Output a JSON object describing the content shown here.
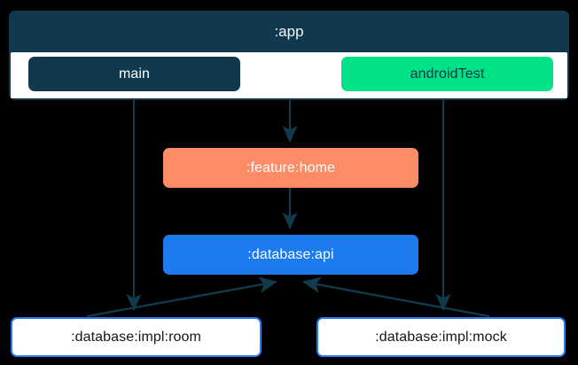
{
  "diagram": {
    "type": "module-dependency-graph",
    "background_color": "#000000",
    "edge_color": "#123A4D",
    "clusters": [
      {
        "id": "app",
        "label": ":app",
        "fill": "#11394E",
        "title_color": "#F2F6F8",
        "body_fill": "#FFFFFF"
      }
    ],
    "nodes": [
      {
        "id": "main",
        "label": "main",
        "kind": "source-set",
        "fill": "#11394E",
        "text_color": "#FFFFFF"
      },
      {
        "id": "androidTest",
        "label": "androidTest",
        "kind": "source-set",
        "fill": "#01E287",
        "text_color": "#0E3445"
      },
      {
        "id": "feature-home",
        "label": ":feature:home",
        "kind": "module",
        "fill": "#FC8C66",
        "text_color": "#FFFFFF"
      },
      {
        "id": "database-api",
        "label": ":database:api",
        "kind": "module",
        "fill": "#1C7BEF",
        "text_color": "#FFFFFF"
      },
      {
        "id": "database-impl-room",
        "label": ":database:impl:room",
        "kind": "module",
        "fill": "#FFFFFF",
        "border_color": "#2979F4",
        "text_color": "#101820"
      },
      {
        "id": "database-impl-mock",
        "label": ":database:impl:mock",
        "kind": "module",
        "fill": "#FFFFFF",
        "border_color": "#2979F4",
        "text_color": "#101820"
      }
    ],
    "edges": [
      {
        "from": "main",
        "to": "database-impl-room",
        "style": "solid",
        "direction": "down"
      },
      {
        "from": "app",
        "to": "feature-home",
        "style": "solid",
        "direction": "down"
      },
      {
        "from": "androidTest",
        "to": "database-impl-mock",
        "style": "solid",
        "direction": "down"
      },
      {
        "from": "feature-home",
        "to": "database-api",
        "style": "solid",
        "direction": "down"
      },
      {
        "from": "database-impl-room",
        "to": "database-api",
        "style": "solid",
        "direction": "up"
      },
      {
        "from": "database-impl-mock",
        "to": "database-api",
        "style": "solid",
        "direction": "up"
      }
    ]
  }
}
